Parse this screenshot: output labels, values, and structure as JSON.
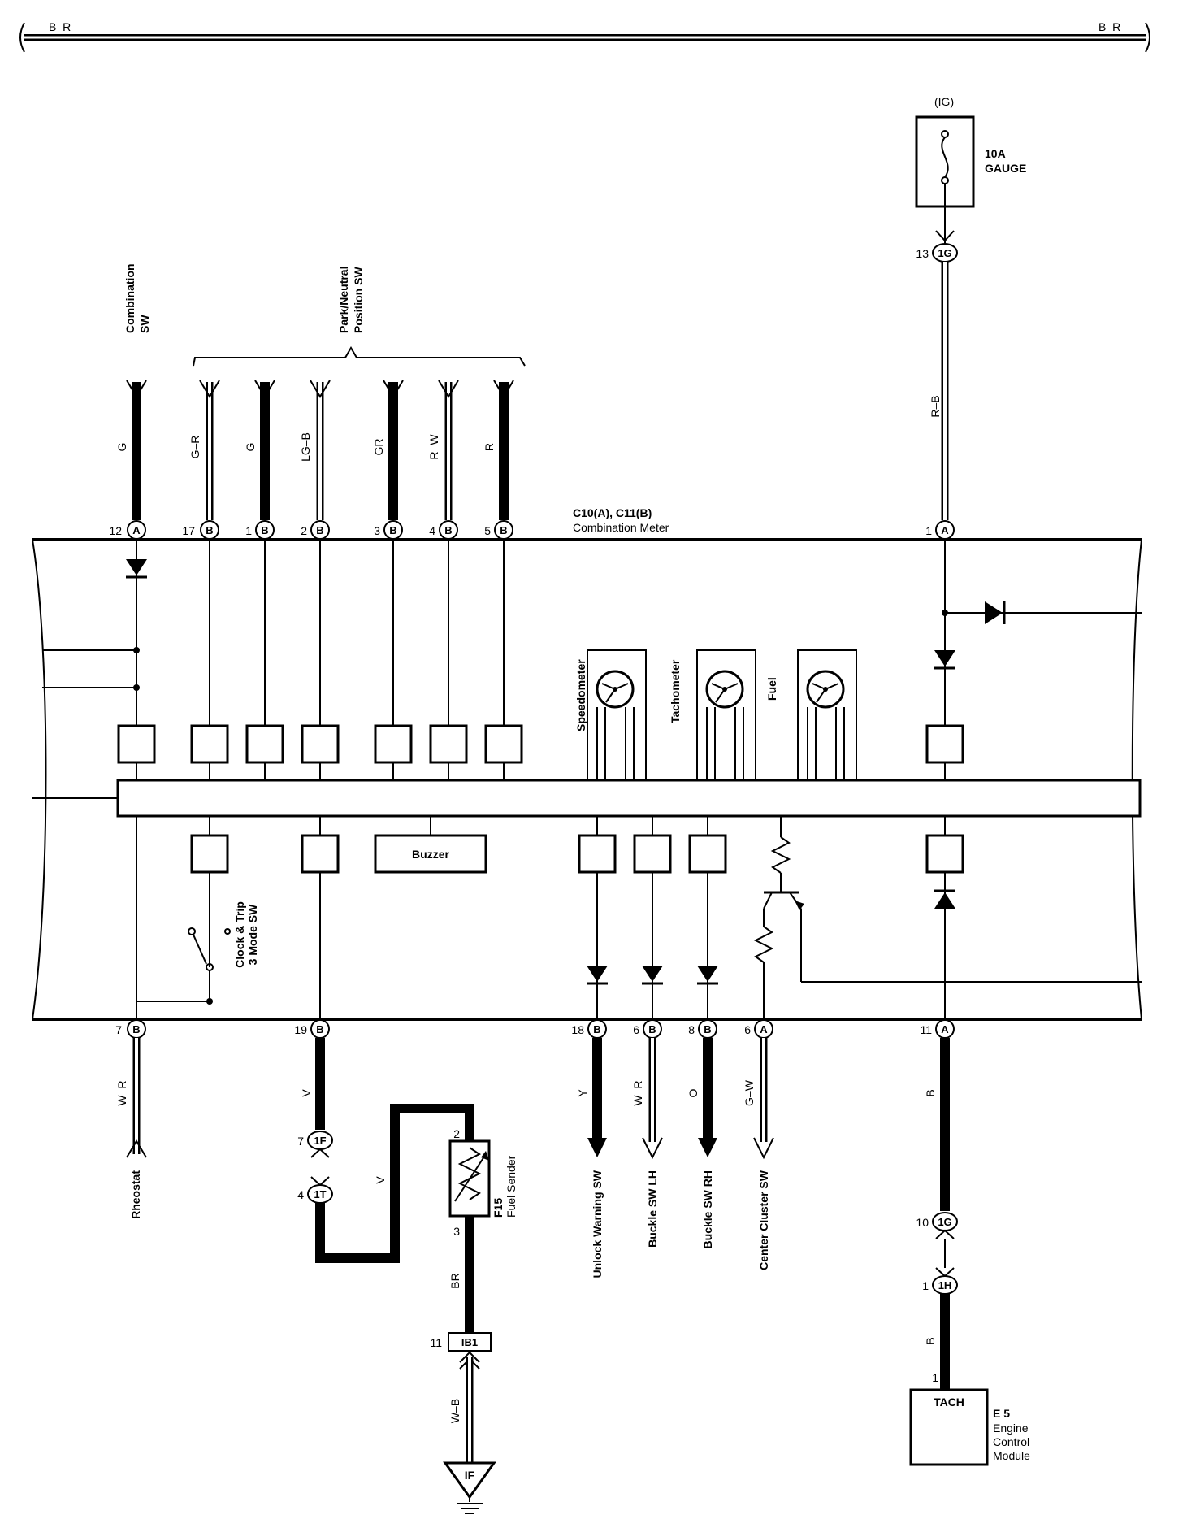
{
  "bus": {
    "left_label": "B–R",
    "right_label": "B–R"
  },
  "fuse": {
    "ig_label": "(IG)",
    "rating": "10A",
    "name": "GAUGE"
  },
  "meter": {
    "connector_ids": "C10(A), C11(B)",
    "name": "Combination Meter"
  },
  "groups": {
    "park_neutral_line1": "Park/Neutral",
    "park_neutral_line2": "Position SW",
    "combination_sw_line1": "Combination",
    "combination_sw_line2": "SW"
  },
  "top_pins": [
    {
      "pin": "12",
      "conn": "A",
      "wire": "G"
    },
    {
      "pin": "17",
      "conn": "B",
      "wire": "G–R"
    },
    {
      "pin": "1",
      "conn": "B",
      "wire": "G"
    },
    {
      "pin": "2",
      "conn": "B",
      "wire": "LG–B"
    },
    {
      "pin": "3",
      "conn": "B",
      "wire": "GR"
    },
    {
      "pin": "4",
      "conn": "B",
      "wire": "R–W"
    },
    {
      "pin": "5",
      "conn": "B",
      "wire": "R"
    },
    {
      "pin": "1",
      "conn": "A",
      "wire": "R–B"
    }
  ],
  "gauges": {
    "speedometer": "Speedometer",
    "tachometer": "Tachometer",
    "fuel": "Fuel"
  },
  "internal": {
    "buzzer": "Buzzer",
    "clock_sw_line1": "Clock & Trip",
    "clock_sw_line2": "3 Mode SW"
  },
  "bottom_pins": [
    {
      "pin": "7",
      "conn": "B",
      "wire": "W–R",
      "dest": "Rheostat"
    },
    {
      "pin": "19",
      "conn": "B",
      "wire": "V",
      "dest": ""
    },
    {
      "pin": "18",
      "conn": "B",
      "wire": "Y",
      "dest": "Unlock Warning SW"
    },
    {
      "pin": "6",
      "conn": "B",
      "wire": "W–R",
      "dest": "Buckle SW LH"
    },
    {
      "pin": "8",
      "conn": "B",
      "wire": "O",
      "dest": "Buckle SW RH"
    },
    {
      "pin": "6",
      "conn": "A",
      "wire": "G–W",
      "dest": "Center Cluster SW"
    },
    {
      "pin": "11",
      "conn": "A",
      "wire": "B",
      "dest": ""
    }
  ],
  "junctions": {
    "j13": {
      "pin": "13",
      "id": "1G"
    },
    "j7": {
      "pin": "7",
      "id": "1F"
    },
    "j4": {
      "pin": "4",
      "id": "1T"
    },
    "j10": {
      "pin": "10",
      "id": "1G"
    },
    "j1": {
      "pin": "1",
      "id": "1H"
    },
    "ib1": {
      "pin": "11",
      "id": "IB1"
    },
    "ground": {
      "id": "IF"
    }
  },
  "fuel_sender": {
    "pin_top": "2",
    "pin_bottom": "3",
    "code": "F15",
    "name": "Fuel Sender",
    "wire_v2": "V",
    "wire_bottom": "BR",
    "ground_wire": "W–B"
  },
  "ecm": {
    "pin": "1",
    "terminal": "TACH",
    "code": "E 5",
    "name_line1": "Engine",
    "name_line2": "Control",
    "name_line3": "Module",
    "wire": "B"
  }
}
